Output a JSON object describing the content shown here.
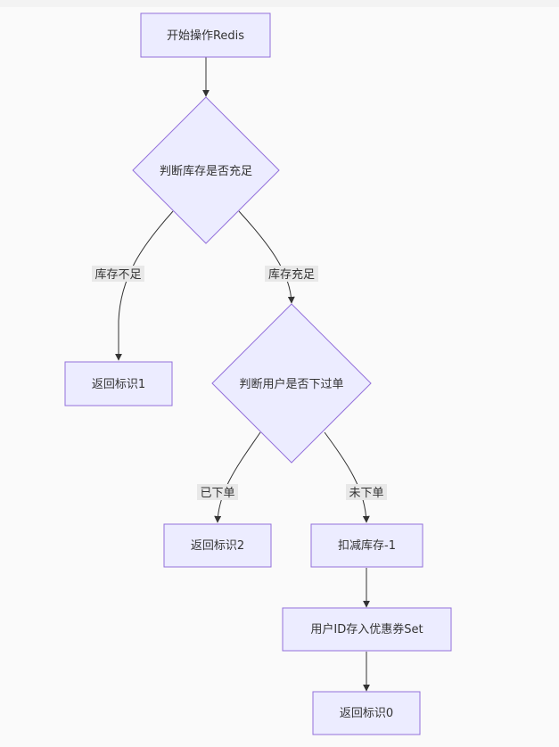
{
  "diagram": {
    "type": "flowchart",
    "nodes": {
      "start": "开始操作Redis",
      "check_stock": "判断库存是否充足",
      "return_1": "返回标识1",
      "check_order": "判断用户是否下过单",
      "return_2": "返回标识2",
      "deduct": "扣减库存-1",
      "store_user": "用户ID存入优惠券Set",
      "return_0": "返回标识0"
    },
    "edge_labels": {
      "stock_insufficient": "库存不足",
      "stock_sufficient": "库存充足",
      "ordered": "已下单",
      "not_ordered": "未下单"
    },
    "colors": {
      "node_fill": "#ECECFF",
      "node_stroke": "#9370DB",
      "edge": "#333333",
      "label_bg": "#e8e8e8"
    }
  }
}
